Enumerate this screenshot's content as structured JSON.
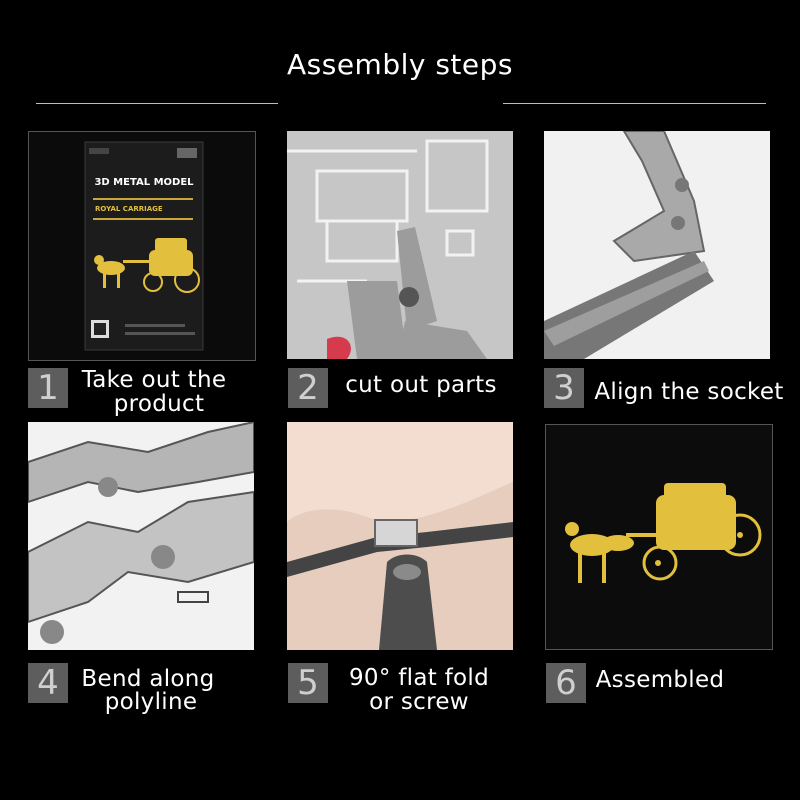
{
  "page": {
    "title": "Assembly steps"
  },
  "box": {
    "label_top": "3D METAL MODEL",
    "label_sub": "ROYAL CARRIAGE"
  },
  "steps": [
    {
      "number": "1",
      "caption_line1": "Take out the",
      "caption_line2": "product"
    },
    {
      "number": "2",
      "caption_line1": "cut out parts",
      "caption_line2": ""
    },
    {
      "number": "3",
      "caption_line1": "Align the socket",
      "caption_line2": ""
    },
    {
      "number": "4",
      "caption_line1": "Bend along",
      "caption_line2": "polyline"
    },
    {
      "number": "5",
      "caption_line1": "90° flat fold",
      "caption_line2": "or screw"
    },
    {
      "number": "6",
      "caption_line1": "Assembled",
      "caption_line2": ""
    }
  ],
  "colors": {
    "background": "#000000",
    "number_box": "#5d5d5d",
    "gold": "#d9b43a",
    "steel": "#b8b8b8"
  }
}
